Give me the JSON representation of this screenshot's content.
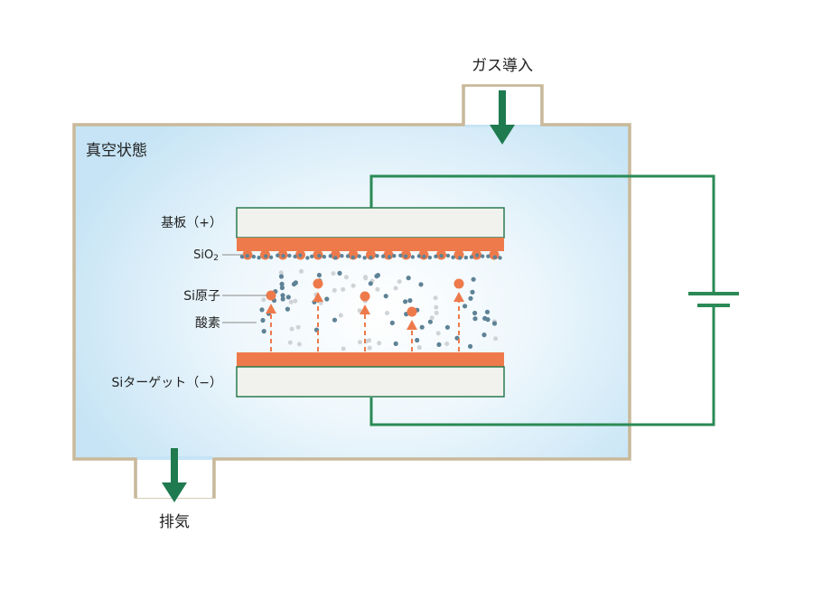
{
  "labels": {
    "gas_inlet": "ガス導入",
    "vacuum": "真空状態",
    "substrate": "基板（+）",
    "sio2_main": "SiO",
    "sio2_sub": "2",
    "si_atom": "Si原子",
    "oxygen": "酸素",
    "target": "Siターゲット（−）",
    "exhaust": "排気"
  },
  "colors": {
    "chamber_wall": "#c9b99a",
    "chamber_fill": "#c9e6f6",
    "arrow": "#1f7a4f",
    "circuit": "#2a8a55",
    "plate_fill": "#f1f1ed",
    "plate_border": "#2a7a4f",
    "sio2_layer": "#ee7a4b",
    "si_atom": "#ee7a4b",
    "oxygen": "#5e8296",
    "particle_light": "#cfd3d6",
    "leader": "#888888"
  },
  "icons": [
    "down-arrow-icon",
    "battery-icon"
  ]
}
